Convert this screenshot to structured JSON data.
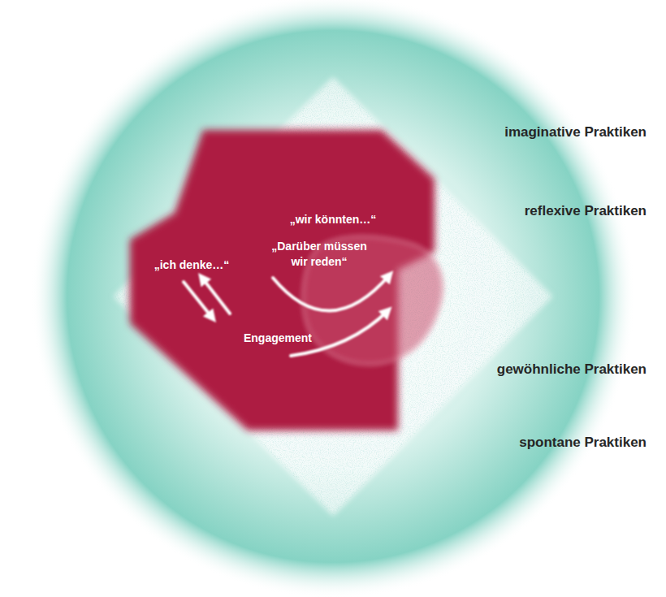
{
  "diagram": {
    "labels": [
      "„wir könnten…“",
      "„Darüber müssen wir reden“",
      "„ich denke…“",
      "Engagement",
      "imaginative Praktiken",
      "reflexive Praktiken",
      "gewöhnliche Praktiken",
      "spontane Praktiken"
    ]
  }
}
